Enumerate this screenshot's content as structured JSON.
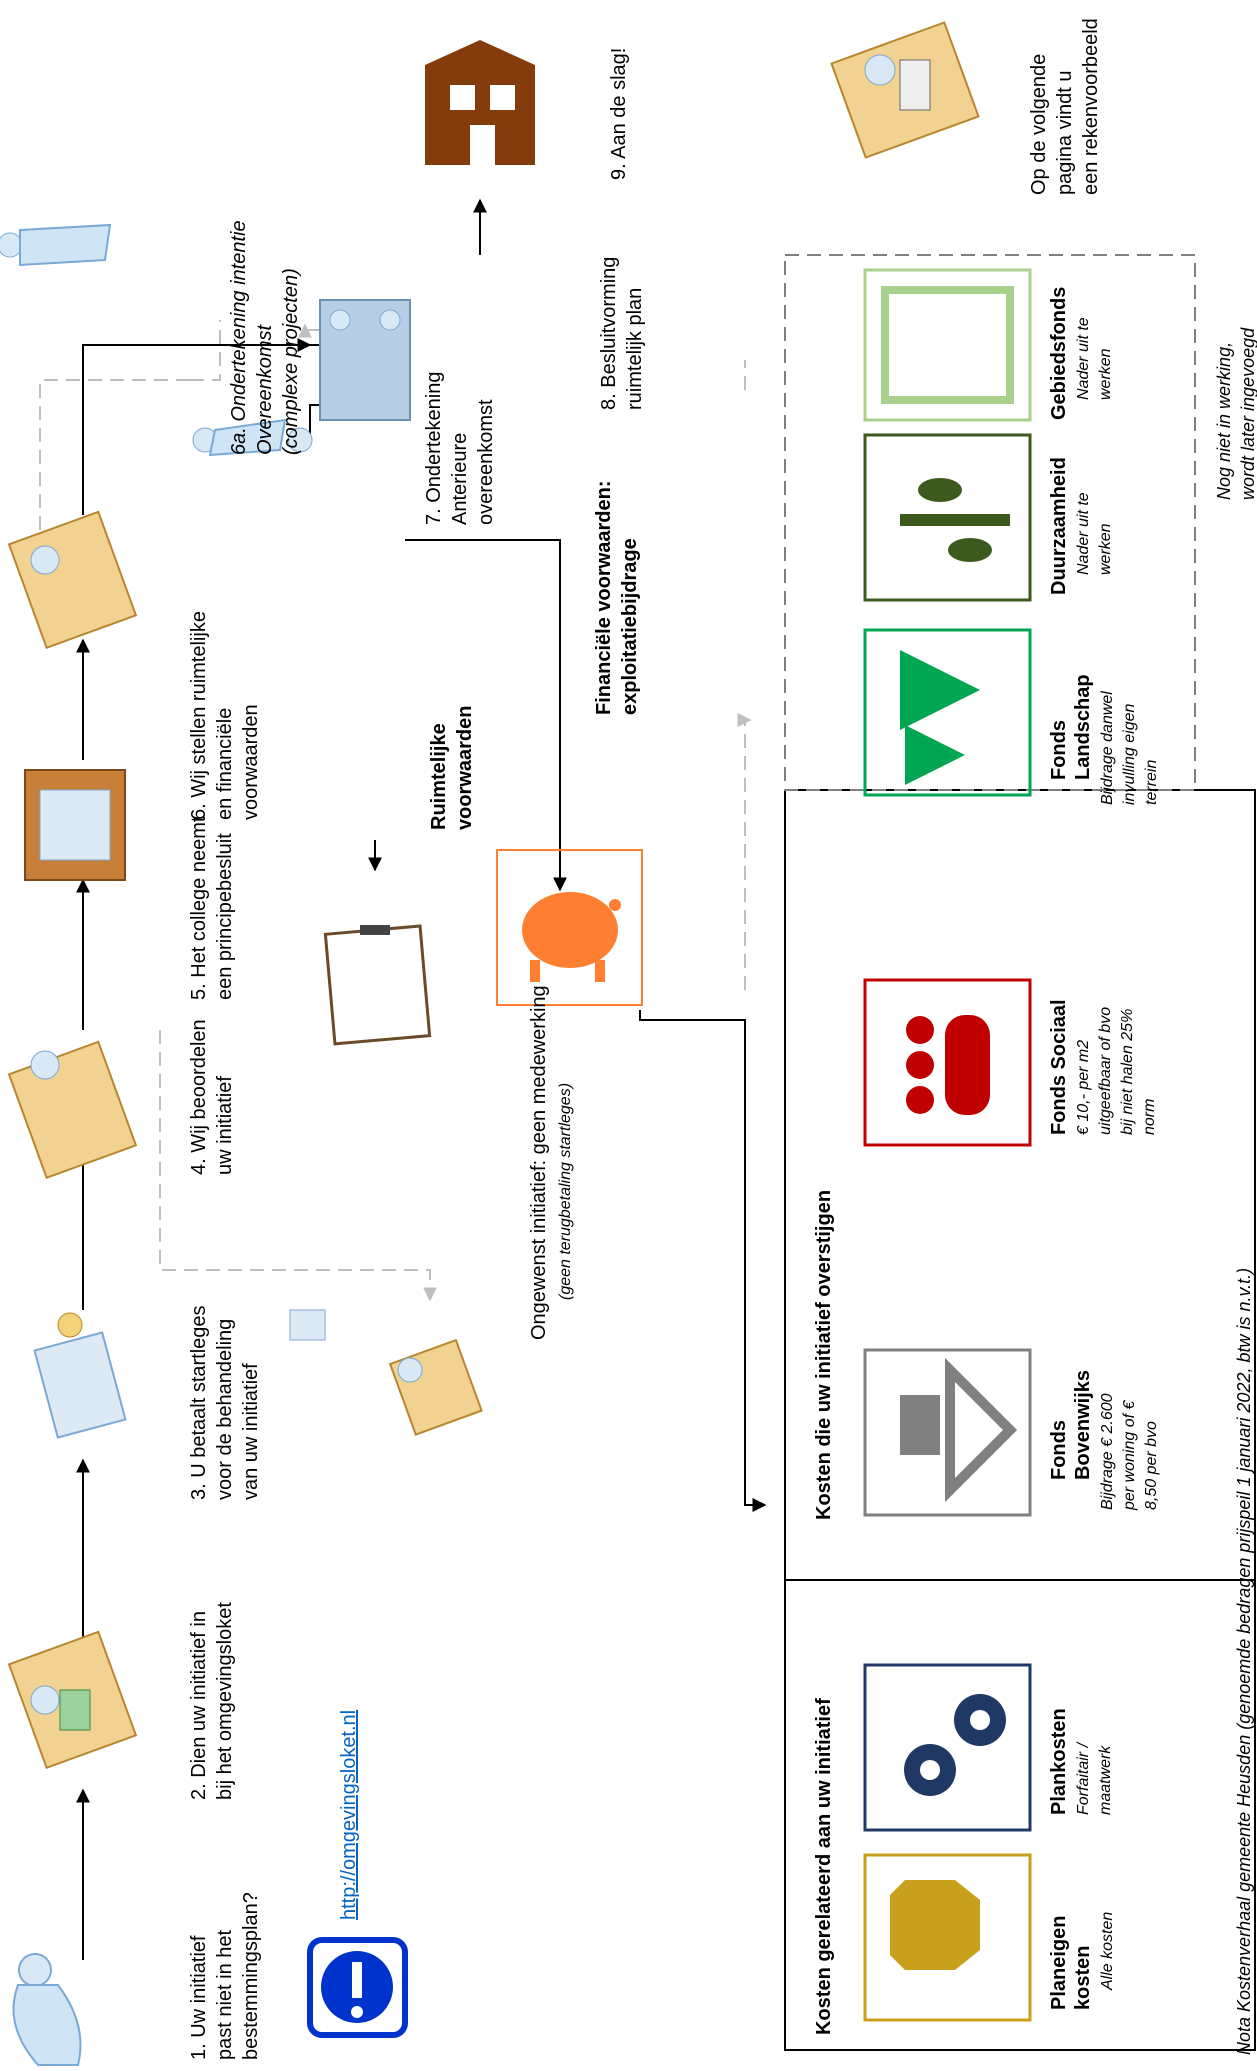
{
  "steps": {
    "s1": [
      "1. Uw initiatief",
      "past niet in het",
      "bestemmingsplan?"
    ],
    "s2": [
      "2. Dien uw initiatief in",
      "bij het omgevingsloket"
    ],
    "s3": [
      "3. U betaalt startleges",
      "voor de behandeling",
      "van uw initiatief"
    ],
    "s4": [
      "4. Wij beoordelen",
      "uw initiatief"
    ],
    "s5": [
      "5. Het college neemt",
      "een principebesluit"
    ],
    "s6": [
      "6. Wij stellen ruimtelijke",
      "en financiële",
      "voorwaarden"
    ],
    "s6a": [
      "6a. Ondertekening intentie",
      "Overeenkomst",
      "(complexe projecten)"
    ],
    "s7": [
      "7. Ondertekening",
      "Anterieure",
      "overeenkomst"
    ],
    "s8": [
      "8. Besluitvorming",
      "ruimtelijk plan"
    ],
    "s9": [
      "9. Aan de slag!"
    ]
  },
  "link": "http://omgevingsloket.nl",
  "ongewenst": {
    "title": "Ongewenst initiatief: geen medewerking",
    "sub": "(geen terugbetaling startleges)"
  },
  "ruimtelijke": [
    "Ruimtelijke",
    "voorwaarden"
  ],
  "financiele": [
    "Financiële voorwaarden:",
    "exploitatiebijdrage"
  ],
  "rekenvoorbeeld": [
    "Op de volgende",
    "pagina vindt u",
    "een rekenvoorbeeld"
  ],
  "box1": {
    "title": "Kosten gerelateerd aan uw initiatief",
    "items": [
      {
        "name": [
          "Planeigen",
          "kosten"
        ],
        "desc": [
          "Alle kosten"
        ],
        "color": "#c9a01b",
        "icon": "car-icon"
      },
      {
        "name": [
          "Plankosten"
        ],
        "desc": [
          "Forfaitair /",
          "maatwerk"
        ],
        "color": "#1f3864",
        "icon": "gears-icon"
      }
    ]
  },
  "box2": {
    "title": "Kosten die uw initiatief overstijgen",
    "items": [
      {
        "name": [
          "Fonds",
          "Bovenwijks"
        ],
        "desc": [
          "Bijdrage € 2.600",
          "per woning of €",
          "8,50 per bvo"
        ],
        "color": "#808080",
        "icon": "road-house-icon"
      },
      {
        "name": [
          "Fonds Sociaal"
        ],
        "desc": [
          "€ 10,- per m2",
          "uitgeefbaar of bvo",
          "bij niet halen 25%",
          "norm"
        ],
        "color": "#c00000",
        "icon": "people-icon"
      },
      {
        "name": [
          "Fonds",
          "Landschap"
        ],
        "desc": [
          "Bijdrage danwel",
          "invulling eigen",
          "terrein"
        ],
        "color": "#00a651",
        "icon": "trees-icon"
      }
    ]
  },
  "box3": {
    "note": [
      "Nog niet in werking,",
      "wordt later ingevoegd"
    ],
    "items": [
      {
        "name": [
          "Duurzaamheid"
        ],
        "desc": [
          "Nader uit te",
          "werken"
        ],
        "color": "#3d5a1e",
        "icon": "plant-icon"
      },
      {
        "name": [
          "Gebiedsfonds"
        ],
        "desc": [
          "Nader uit te",
          "werken"
        ],
        "color": "#a9d18e",
        "icon": "map-icon"
      }
    ]
  },
  "footer": "Nota Kostenverhaal gemeente Heusden (genoemde bedragen prijspeil 1 januari 2022, btw is n.v.t.)",
  "colors": {
    "piggy": "#ff7f32",
    "house": "#843c0c",
    "info": "#0033cc",
    "link": "#0563c1"
  }
}
